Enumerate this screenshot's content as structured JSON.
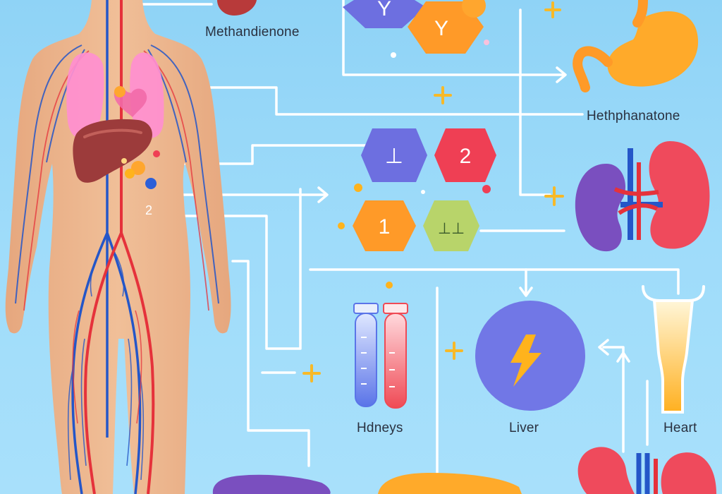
{
  "labels": {
    "methandienone": "Methandienone",
    "hethphanatone": "Hethphanatone",
    "hdneys": "Hdneys",
    "liver": "Liver",
    "heart": "Heart"
  },
  "hexagons": {
    "top_purple": "Y",
    "top_orange": "Y",
    "mid_purple": "⊥",
    "mid_red": "2",
    "mid_orange": "1",
    "mid_green": "⊥⊥"
  },
  "small_marks": {
    "body_tag": "2"
  },
  "colors": {
    "background": "#9fdcfa",
    "connector": "#ffffff",
    "plus_sign": "#f7b928",
    "artery": "#e5323b",
    "vein": "#2456c8",
    "skin": "#e8b28a",
    "hex_purple": "#6d6fe0",
    "hex_red": "#ef3f54",
    "hex_orange": "#ff9a28",
    "hex_green": "#b8d46a",
    "liver_circle": "#7177e6",
    "bolt": "#ffb31c"
  }
}
